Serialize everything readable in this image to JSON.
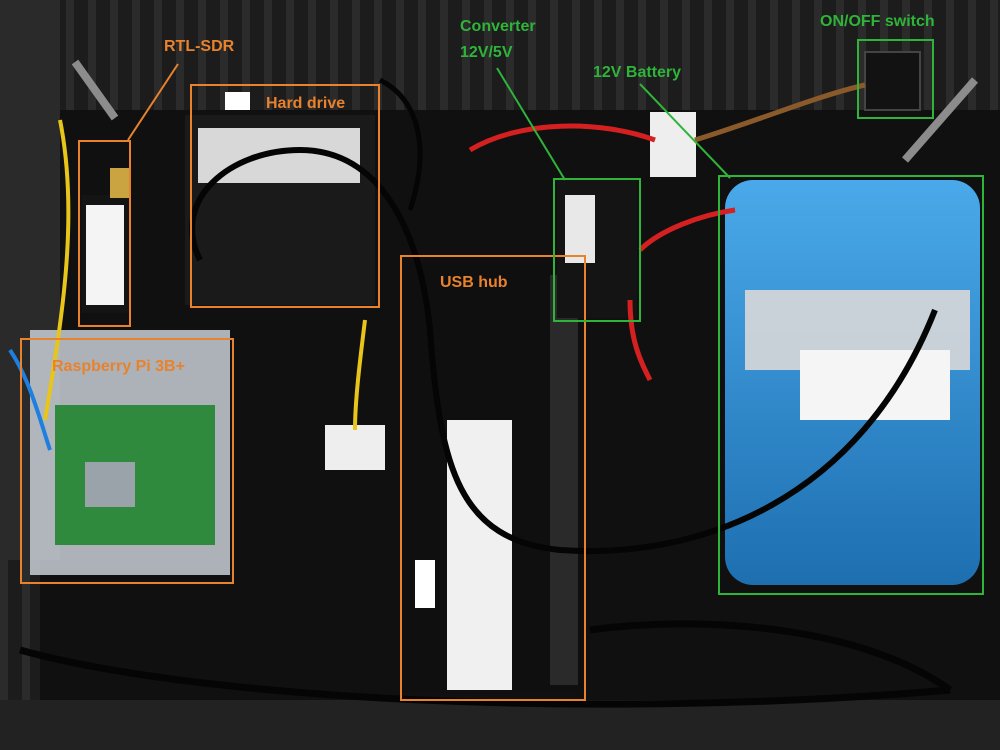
{
  "colors": {
    "orange_annotation": "#e8822c",
    "green_annotation": "#2fb43a",
    "battery_blue": "#2b8fd6",
    "case_black": "#151515"
  },
  "labels": {
    "rtl_sdr": "RTL-SDR",
    "hard_drive": "Hard drive",
    "raspberry_pi": "Raspberry Pi 3B+",
    "usb_hub": "USB hub",
    "converter_line1": "Converter",
    "converter_line2": "12V/5V",
    "battery": "12V Battery",
    "switch": "ON/OFF switch"
  }
}
